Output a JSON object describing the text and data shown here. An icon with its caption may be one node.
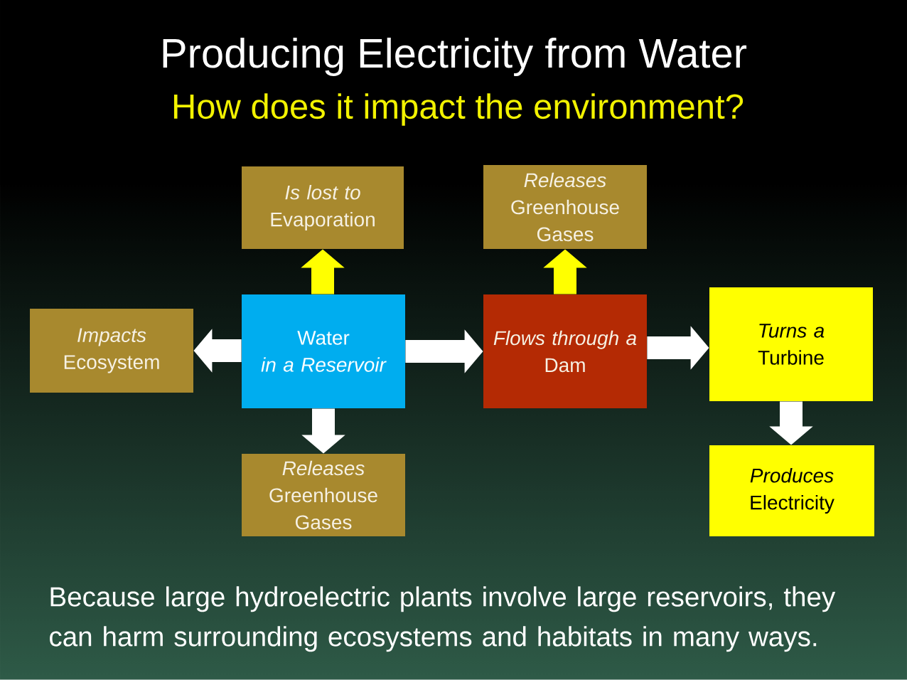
{
  "diagram": {
    "title": "Producing Electricity from Water",
    "caption": "Because large hydroelectric plants involve large reservoirs, they can harm surrounding ecosystems and habitats in many ways.",
    "nodes": [
      {
        "text": [
          "Is lost to",
          "Evaporation"
        ]
      },
      {
        "text": [
          "Releases",
          "Greenhouse Gases"
        ]
      },
      {
        "text": [
          "Impacts",
          "Ecosystem"
        ]
      },
      {
        "text": [
          "Water",
          "in a Reservoir"
        ]
      },
      {
        "text": [
          "Flows through a",
          "Dam"
        ]
      },
      {
        "text": [
          "Turns a",
          "Turbine"
        ]
      },
      {
        "text": [
          "Releases",
          "Greenhouse Gases"
        ]
      },
      {
        "text": [
          "Produces",
          "Electricity"
        ]
      }
    ],
    "edges": [
      {
        "from": 3,
        "to": 0,
        "arrow": "to",
        "color": "#ffff00"
      },
      {
        "from": 4,
        "to": 1,
        "arrow": "to",
        "color": "#ffff00"
      },
      {
        "from": 3,
        "to": 2,
        "arrow": "to"
      },
      {
        "from": 3,
        "to": 4,
        "arrow": "to"
      },
      {
        "from": 4,
        "to": 5,
        "arrow": "to"
      },
      {
        "from": 3,
        "to": 6,
        "arrow": "to"
      },
      {
        "from": 5,
        "to": 7,
        "arrow": "to"
      }
    ],
    "labels": [
      "How does it impact the environment?"
    ]
  }
}
